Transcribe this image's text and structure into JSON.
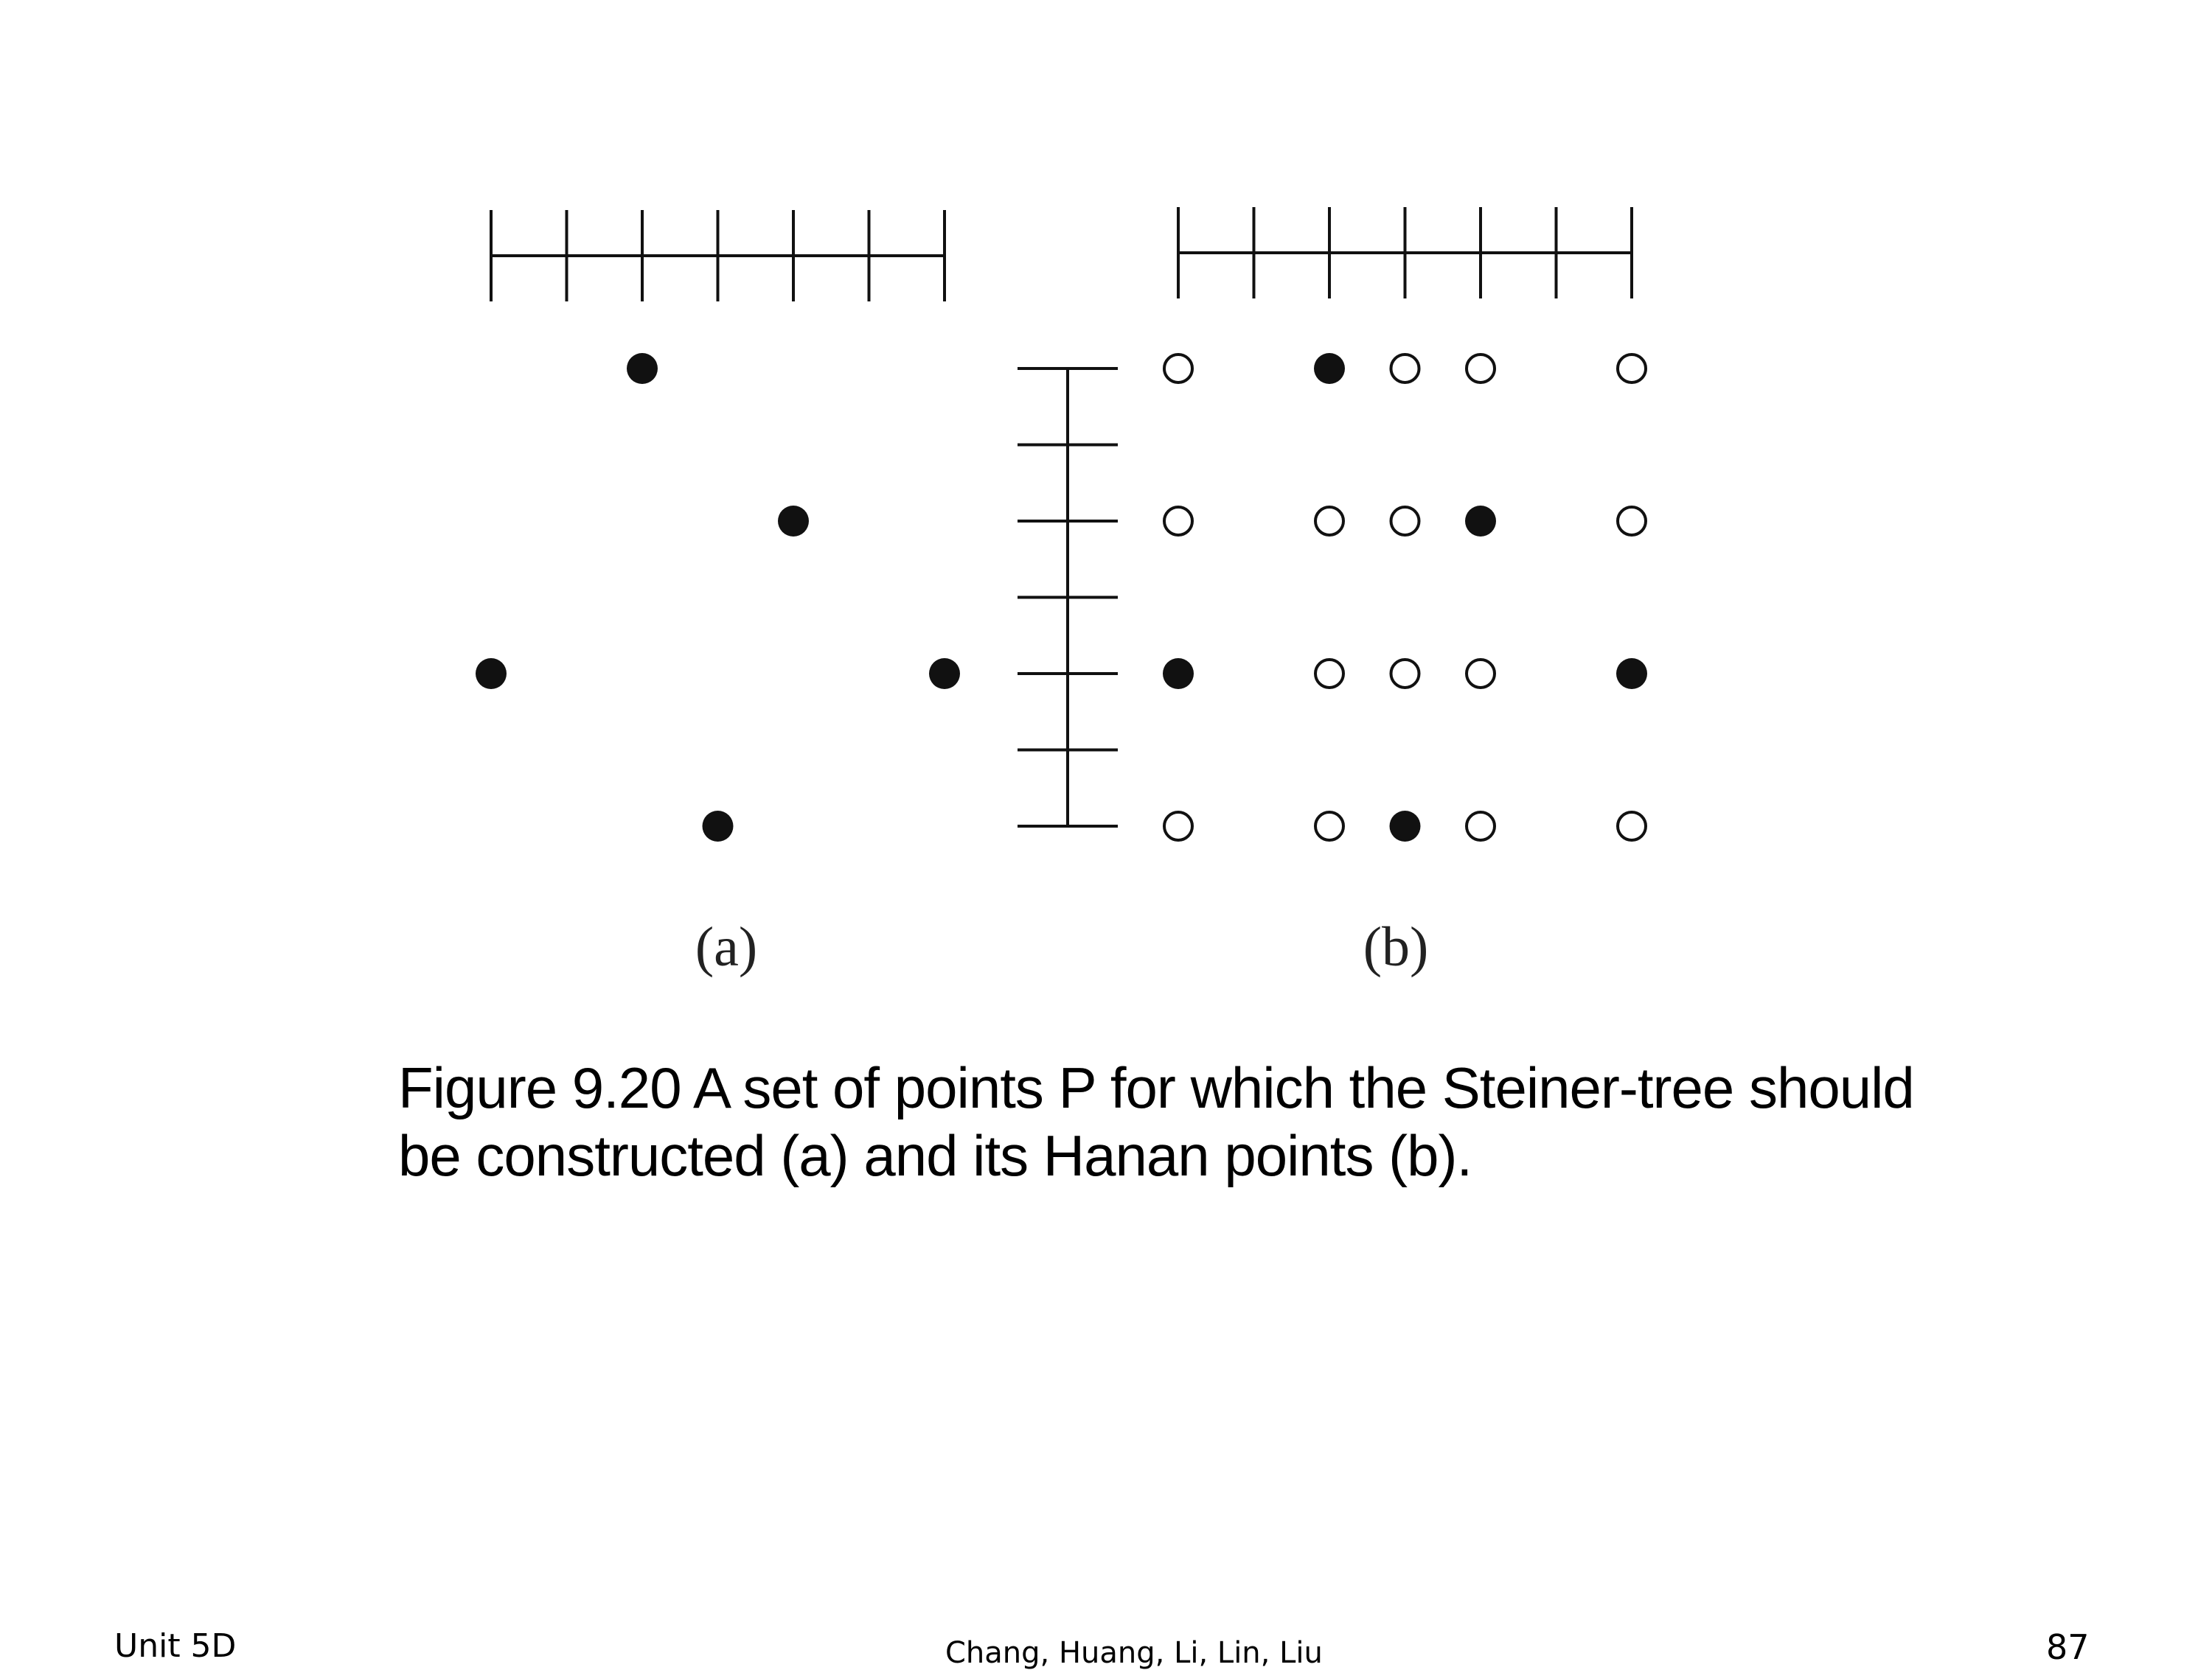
{
  "figure": {
    "panel_a": {
      "label": "(a)",
      "terminals": [
        [
          2,
          0
        ],
        [
          4,
          1
        ],
        [
          0,
          2
        ],
        [
          6,
          2
        ],
        [
          3,
          3
        ]
      ]
    },
    "panel_b": {
      "label": "(b)",
      "grid_columns": [
        0,
        2,
        3,
        4,
        6
      ],
      "grid_rows": [
        0,
        1,
        2,
        3
      ],
      "terminals": [
        [
          2,
          0
        ],
        [
          4,
          1
        ],
        [
          0,
          2
        ],
        [
          6,
          2
        ],
        [
          3,
          3
        ]
      ]
    },
    "colors": {
      "ink": "#111111",
      "background": "#ffffff"
    }
  },
  "caption": {
    "line1": "Figure 9.20 A set of points P for which the Steiner-tree should",
    "line2": "be constructed (a) and its Hanan points (b)."
  },
  "footer": {
    "unit": "Unit 5D",
    "authors": "Chang, Huang, Li, Lin, Liu",
    "page_number": "87"
  }
}
